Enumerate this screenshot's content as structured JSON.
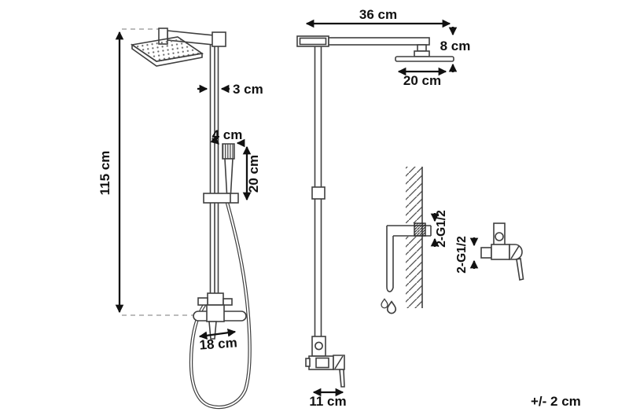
{
  "diagram": {
    "front_view": {
      "labels": {
        "total_height": "115 cm",
        "column_width": "3 cm",
        "hand_shower_width": "4 cm",
        "hand_shower_length": "20 cm",
        "tap_width": "18 cm"
      }
    },
    "side_view": {
      "labels": {
        "arm_length": "36 cm",
        "head_offset": "8 cm",
        "head_width": "20 cm",
        "tap_depth": "11 cm"
      }
    },
    "wall_mount_detail": {
      "thread_size": "2-G1/2"
    },
    "mixer_valve_detail": {
      "thread_size": "2-G1/2"
    },
    "footer": {
      "tolerance": "+/- 2 cm"
    }
  },
  "colors": {
    "artwork_stroke": "#3f3f3f",
    "dimension": "#111111",
    "background": "#ffffff"
  }
}
